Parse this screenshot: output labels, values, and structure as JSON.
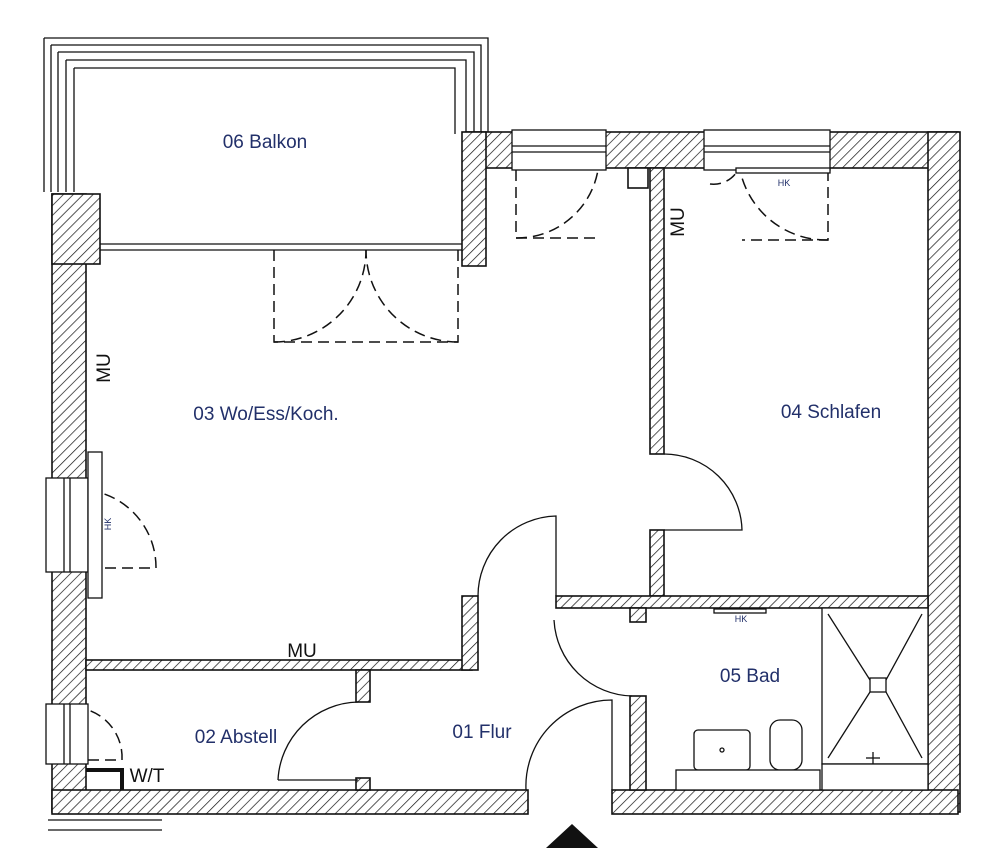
{
  "rooms": {
    "balkon": "06 Balkon",
    "wohnen": "03 Wo/Ess/Koch.",
    "schlafen": "04 Schlafen",
    "bad": "05 Bad",
    "abstell": "02 Abstell",
    "flur": "01 Flur"
  },
  "annotations": {
    "mu_left": "MU",
    "mu_bottom": "MU",
    "mu_center": "MU",
    "hk_top": "HK",
    "hk_left": "HK",
    "hk_bath": "HK",
    "wt": "W/T"
  },
  "colors": {
    "label_text": "#22306a",
    "wall_line": "#111111",
    "background": "#ffffff"
  }
}
